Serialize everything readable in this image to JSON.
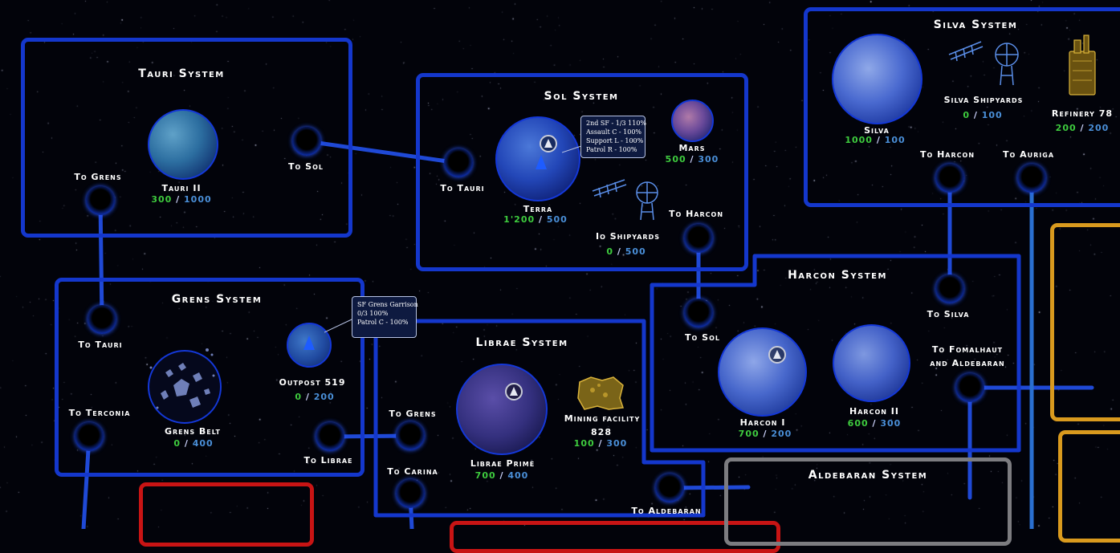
{
  "systems": {
    "tauri": {
      "title": "Tauri System",
      "planet": {
        "name": "Tauri II",
        "current": "300",
        "max": "1000"
      },
      "to_grens": "To Grens",
      "to_sol": "To Sol"
    },
    "sol": {
      "title": "Sol System",
      "terra": {
        "name": "Terra",
        "current": "1'200",
        "max": "500"
      },
      "mars": {
        "name": "Mars",
        "current": "500",
        "max": "300"
      },
      "shipyards": {
        "name": "Io Shipyards",
        "current": "0",
        "max": "500"
      },
      "to_tauri": "To Tauri",
      "to_harcon": "To Harcon",
      "fleet_tooltip": [
        "2nd SF - 1/3 110%",
        "Assault C - 100%",
        "Support L - 100%",
        "Patrol R - 100%"
      ]
    },
    "silva": {
      "title": "Silva System",
      "planet": {
        "name": "Silva",
        "current": "1000",
        "max": "100"
      },
      "shipyards": {
        "name": "Silva Shipyards",
        "current": "0",
        "max": "100"
      },
      "refinery": {
        "name": "Refinery 78",
        "current": "200",
        "max": "200"
      },
      "to_harcon": "To Harcon",
      "to_auriga": "To Auriga"
    },
    "grens": {
      "title": "Grens System",
      "belt": {
        "name": "Grens Belt",
        "current": "0",
        "max": "400"
      },
      "outpost": {
        "name": "Outpost 519",
        "current": "0",
        "max": "200"
      },
      "to_tauri": "To Tauri",
      "to_terconia": "To Terconia",
      "to_librae": "To Librae",
      "fleet_tooltip": [
        "SF Grens Garrison",
        "0/3 100%",
        "Patrol C - 100%"
      ]
    },
    "librae": {
      "title": "Librae System",
      "planet": {
        "name": "Librae Prime",
        "current": "700",
        "max": "400"
      },
      "mining": {
        "name": "Mining facility",
        "name2": "828",
        "current": "100",
        "max": "300"
      },
      "to_grens": "To Grens",
      "to_carina": "To Carina",
      "to_aldebaran": "To Aldebaran"
    },
    "harcon": {
      "title": "Harcon System",
      "harcon1": {
        "name": "Harcon I",
        "current": "700",
        "max": "200"
      },
      "harcon2": {
        "name": "Harcon II",
        "current": "600",
        "max": "300"
      },
      "to_silva": "To Silva",
      "to_sol": "To Sol",
      "to_fomalhaut_1": "To Fomalhaut",
      "to_fomalhaut_2": "and Aldebaran"
    },
    "aldebaran": {
      "title": "Aldebaran System"
    }
  },
  "separator": "/",
  "colors": {
    "border_blue": "#1437cc",
    "border_orange": "#d99a1e",
    "border_gray": "#7c7c80",
    "border_red": "#c81414",
    "current_value": "#3ecb3e",
    "max_value": "#4a8fd8"
  },
  "icons": {
    "fleet": "blue-arrow-fleet-icon",
    "station": "station-marker-icon",
    "shipyard": "shipyard-icon",
    "refinery": "refinery-icon",
    "mining": "mining-facility-icon"
  }
}
